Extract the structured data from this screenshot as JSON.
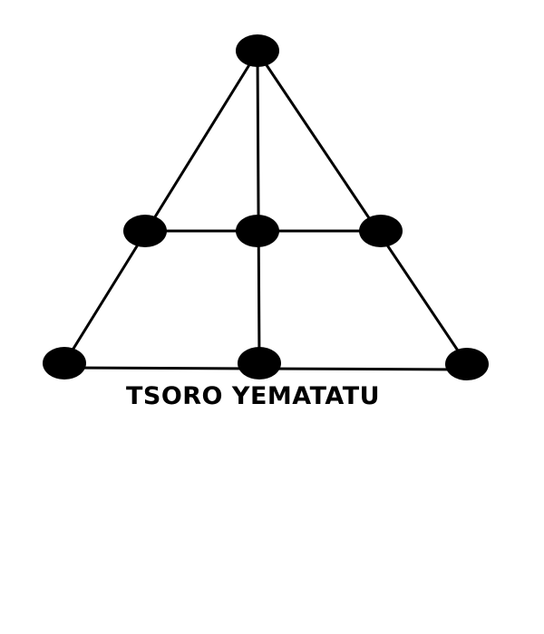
{
  "title": "TSORO YEMATATU",
  "colors": {
    "background": "#ffffff",
    "lines": "#000000",
    "points": "#000000"
  },
  "board": {
    "points": [
      {
        "id": "apex"
      },
      {
        "id": "middle-left"
      },
      {
        "id": "middle-center"
      },
      {
        "id": "middle-right"
      },
      {
        "id": "bottom-left"
      },
      {
        "id": "bottom-center"
      },
      {
        "id": "bottom-right"
      }
    ]
  }
}
